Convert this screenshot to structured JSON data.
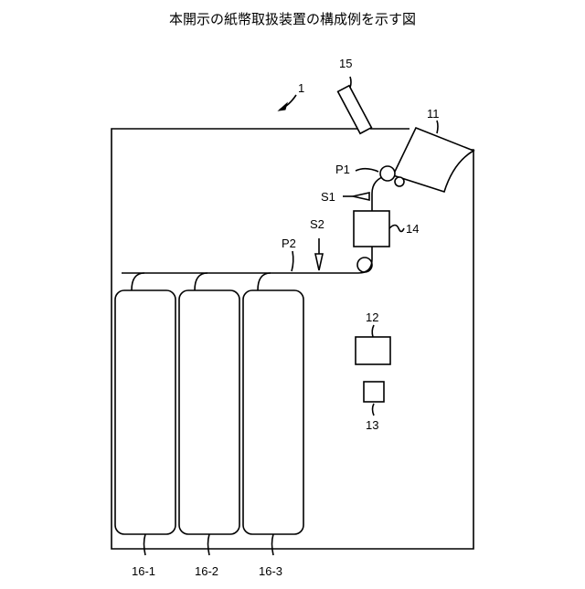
{
  "title": "本開示の紙幣取扱装置の構成例を示す図",
  "labels": {
    "device": "1",
    "inlet": "11",
    "control": "12",
    "storage_unit": "13",
    "recognition": "14",
    "part15": "15",
    "path_p1": "P1",
    "path_p2": "P2",
    "sensor_s1": "S1",
    "sensor_s2": "S2",
    "cassette1": "16-1",
    "cassette2": "16-2",
    "cassette3": "16-3"
  }
}
